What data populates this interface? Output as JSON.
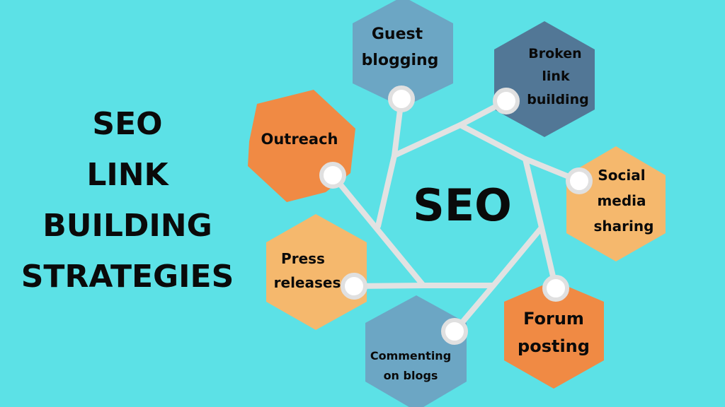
{
  "title": {
    "lines": [
      "SEO",
      "LINK",
      "BUILDING",
      "STRATEGIES"
    ]
  },
  "center_label": "SEO",
  "strategies": {
    "guest": {
      "lines": [
        "Guest",
        "blogging"
      ],
      "color": "#6ca6c4"
    },
    "broken": {
      "lines": [
        "Broken",
        "link",
        "building"
      ],
      "color": "#527796"
    },
    "outreach": {
      "lines": [
        "Outreach"
      ],
      "color": "#f08a44"
    },
    "social": {
      "lines": [
        "Social",
        "media",
        "sharing"
      ],
      "color": "#f5b86d"
    },
    "press": {
      "lines": [
        "Press",
        "releases"
      ],
      "color": "#f5b86d"
    },
    "commenting": {
      "lines": [
        "Commenting",
        "on blogs"
      ],
      "color": "#6ca6c4"
    },
    "forum": {
      "lines": [
        "Forum",
        "posting"
      ],
      "color": "#f08a44"
    }
  },
  "colors": {
    "background": "#5ce1e6",
    "connector": "#e2e2e2"
  }
}
